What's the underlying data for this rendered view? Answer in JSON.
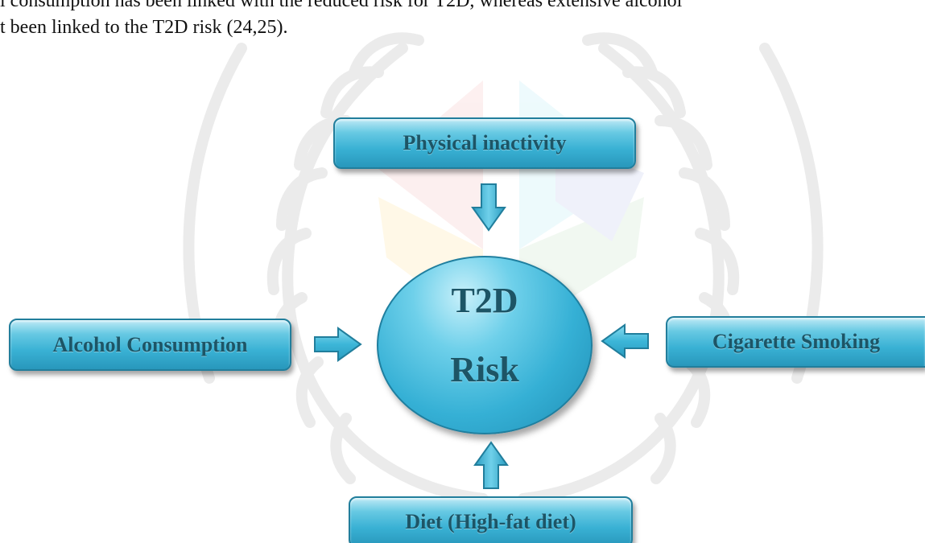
{
  "paragraph": {
    "line1": "l consumption has been linked with the reduced risk for T2D, whereas extensive alcohol",
    "line2": "t been linked to the T2D risk (24,25)."
  },
  "diagram": {
    "center": {
      "line1": "T2D",
      "line2": "Risk"
    },
    "factors": {
      "top": "Physical inactivity",
      "left": "Alcohol Consumption",
      "right": "Cigarette Smoking",
      "bottom": "Diet (High-fat diet)"
    }
  },
  "colors": {
    "box_fill": "#39b1d4",
    "box_border": "#217e9c",
    "text": "#1d5566",
    "arrow_fill": "#3cb6d8"
  },
  "icons": {
    "arrow_top": "arrow-down-icon",
    "arrow_left": "arrow-right-icon",
    "arrow_right": "arrow-left-icon",
    "arrow_bottom": "arrow-up-icon",
    "watermark": "laurel-wreath-logo"
  }
}
